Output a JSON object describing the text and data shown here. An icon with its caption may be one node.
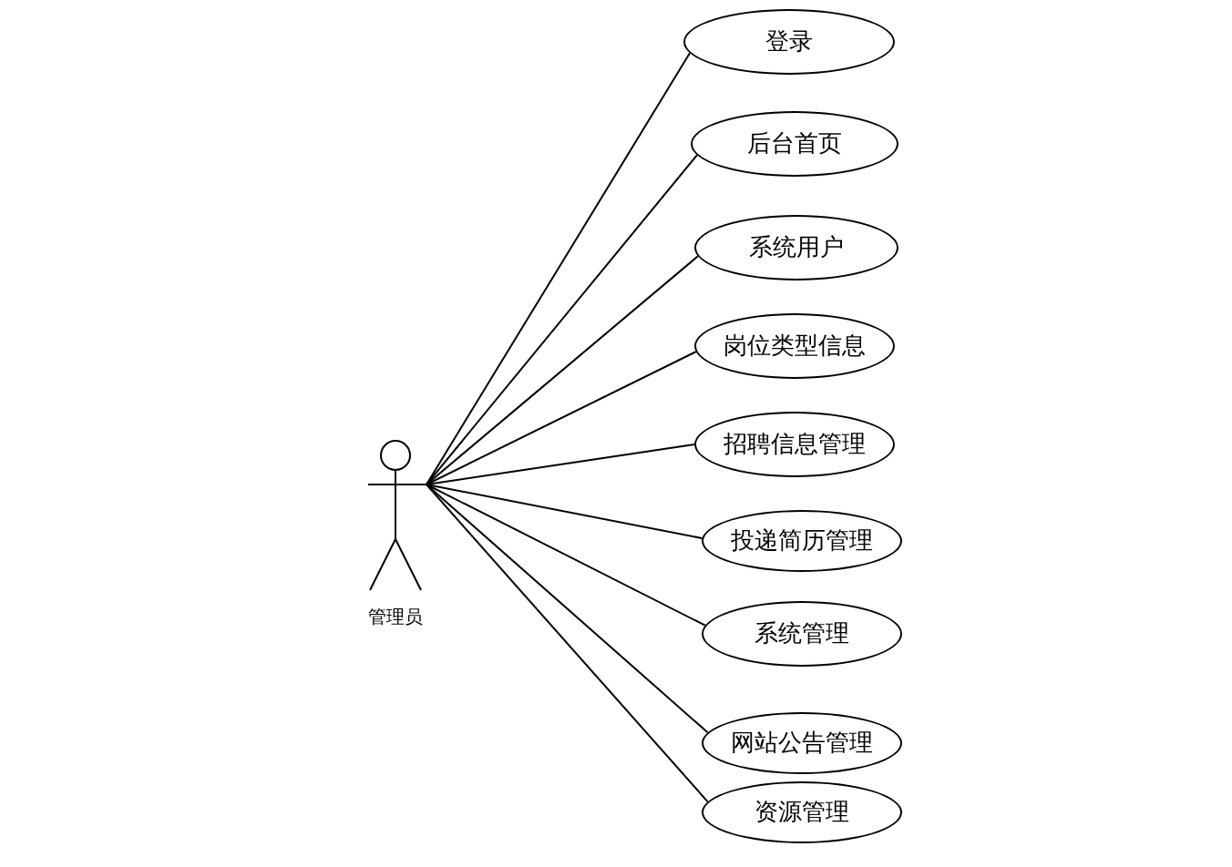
{
  "diagram": {
    "nodes": [
      {
        "text": [
          "管理员"
        ]
      },
      {
        "text": [
          "登录"
        ]
      },
      {
        "text": [
          "后台首页"
        ]
      },
      {
        "text": [
          "系统用户"
        ]
      },
      {
        "text": [
          "岗位类型信息"
        ]
      },
      {
        "text": [
          "招聘信息管理"
        ]
      },
      {
        "text": [
          "投递简历管理"
        ]
      },
      {
        "text": [
          "系统管理"
        ]
      },
      {
        "text": [
          "网站公告管理"
        ]
      },
      {
        "text": [
          "资源管理"
        ]
      }
    ],
    "edges": [
      {
        "from": 0,
        "to": 1,
        "arrow": "none"
      },
      {
        "from": 0,
        "to": 2,
        "arrow": "none"
      },
      {
        "from": 0,
        "to": 3,
        "arrow": "none"
      },
      {
        "from": 0,
        "to": 4,
        "arrow": "none"
      },
      {
        "from": 0,
        "to": 5,
        "arrow": "none"
      },
      {
        "from": 0,
        "to": 6,
        "arrow": "none"
      },
      {
        "from": 0,
        "to": 7,
        "arrow": "none"
      },
      {
        "from": 0,
        "to": 8,
        "arrow": "none"
      },
      {
        "from": 0,
        "to": 9,
        "arrow": "none"
      }
    ]
  }
}
